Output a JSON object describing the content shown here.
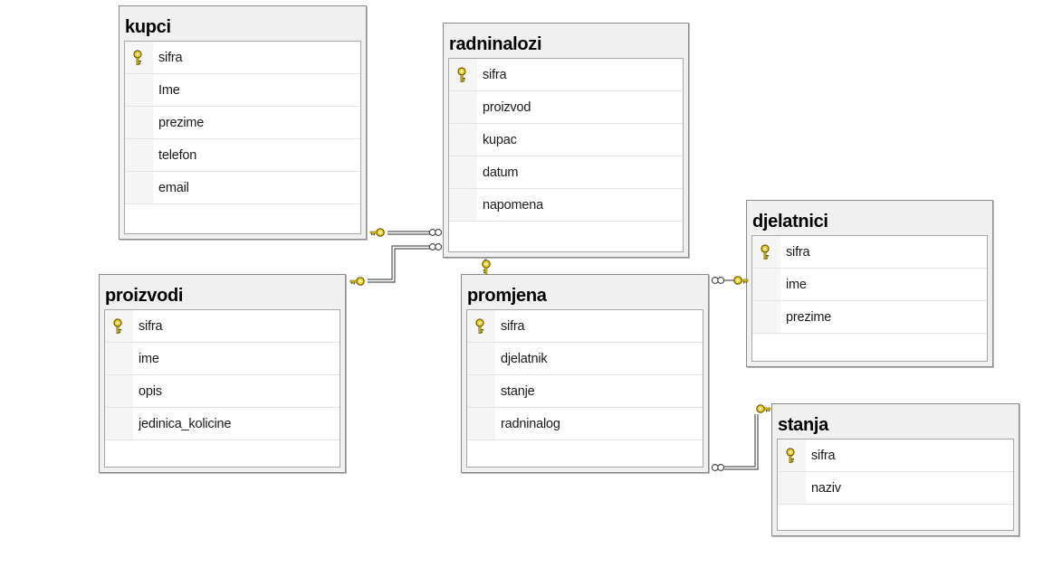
{
  "tables": {
    "kupci": {
      "title": "kupci",
      "pk": "sifra",
      "columns": [
        "Ime",
        "prezime",
        "telefon",
        "email"
      ]
    },
    "radninalozi": {
      "title": "radninalozi",
      "pk": "sifra",
      "columns": [
        "proizvod",
        "kupac",
        "datum",
        "napomena"
      ]
    },
    "proizvodi": {
      "title": "proizvodi",
      "pk": "sifra",
      "columns": [
        "ime",
        "opis",
        "jedinica_kolicine"
      ]
    },
    "promjena": {
      "title": "promjena",
      "pk": "sifra",
      "columns": [
        "djelatnik",
        "stanje",
        "radninalog"
      ]
    },
    "djelatnici": {
      "title": "djelatnici",
      "pk": "sifra",
      "columns": [
        "ime",
        "prezime"
      ]
    },
    "stanja": {
      "title": "stanja",
      "pk": "sifra",
      "columns": [
        "naziv"
      ]
    }
  },
  "relationships": [
    {
      "from": "radninalozi",
      "to": "kupci"
    },
    {
      "from": "radninalozi",
      "to": "proizvodi"
    },
    {
      "from": "promjena",
      "to": "radninalozi"
    },
    {
      "from": "promjena",
      "to": "djelatnici"
    },
    {
      "from": "promjena",
      "to": "stanja"
    }
  ],
  "colors": {
    "key": "#f2cf1f",
    "key_outline": "#6b5a00",
    "line": "#606060"
  }
}
